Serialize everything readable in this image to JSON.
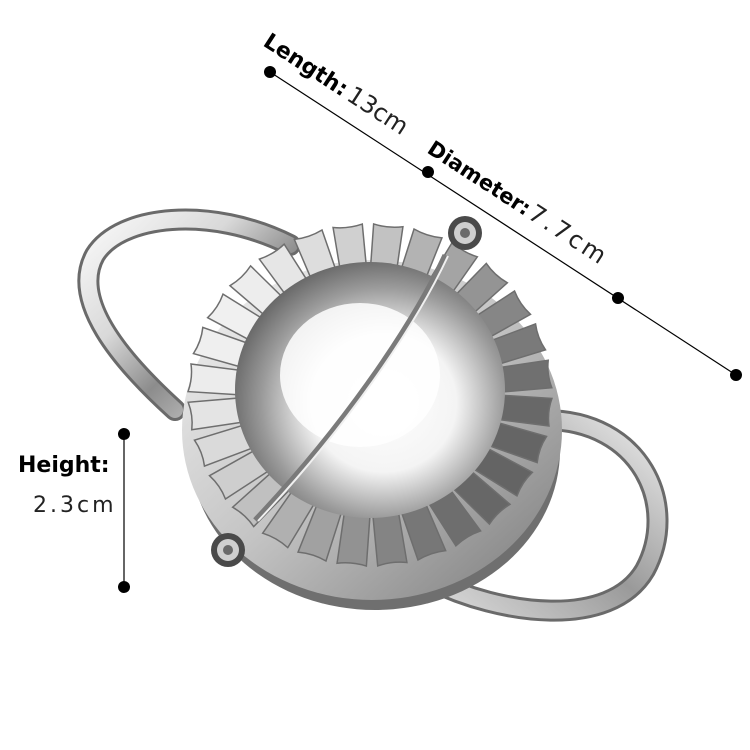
{
  "product": {
    "name_icon": "dumpling-maker-mold"
  },
  "dimensions": {
    "length": {
      "label": "Length:",
      "value": "13cm"
    },
    "diameter": {
      "label": "Diameter:",
      "value": "7.7cm"
    },
    "height": {
      "label": "Height:",
      "value": "2.3cm"
    }
  },
  "colors": {
    "background": "#ffffff",
    "metal_light": "#f2f2f2",
    "metal_mid": "#b8b8b8",
    "metal_dark": "#5a5a5a",
    "line": "#000000"
  }
}
